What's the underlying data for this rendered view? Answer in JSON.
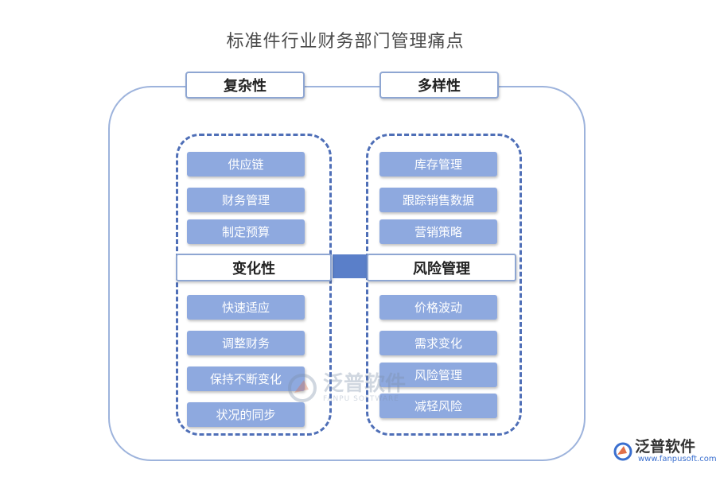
{
  "title": "标准件行业财务部门管理痛点",
  "top_labels": {
    "left": "复杂性",
    "right": "多样性"
  },
  "mid_labels": {
    "left": "变化性",
    "right": "风险管理"
  },
  "left_top_items": [
    "供应链",
    "财务管理",
    "制定预算"
  ],
  "left_bottom_items": [
    "快速适应",
    "调整财务",
    "保持不断变化",
    "状况的同步"
  ],
  "right_top_items": [
    "库存管理",
    "跟踪销售数据",
    "营销策略"
  ],
  "right_bottom_items": [
    "价格波动",
    "需求变化",
    "风险管理",
    "减轻风险"
  ],
  "watermark": {
    "cn": "泛普软件",
    "en": "FANPU SOFTWARE"
  },
  "brand": {
    "name": "泛普软件",
    "url": "www.fanpusoft.com"
  },
  "colors": {
    "item_fill": "#8ea9df",
    "dash_border": "#4f6fb7",
    "outer_border": "#9db3dc",
    "connector": "#5a7fc9"
  }
}
